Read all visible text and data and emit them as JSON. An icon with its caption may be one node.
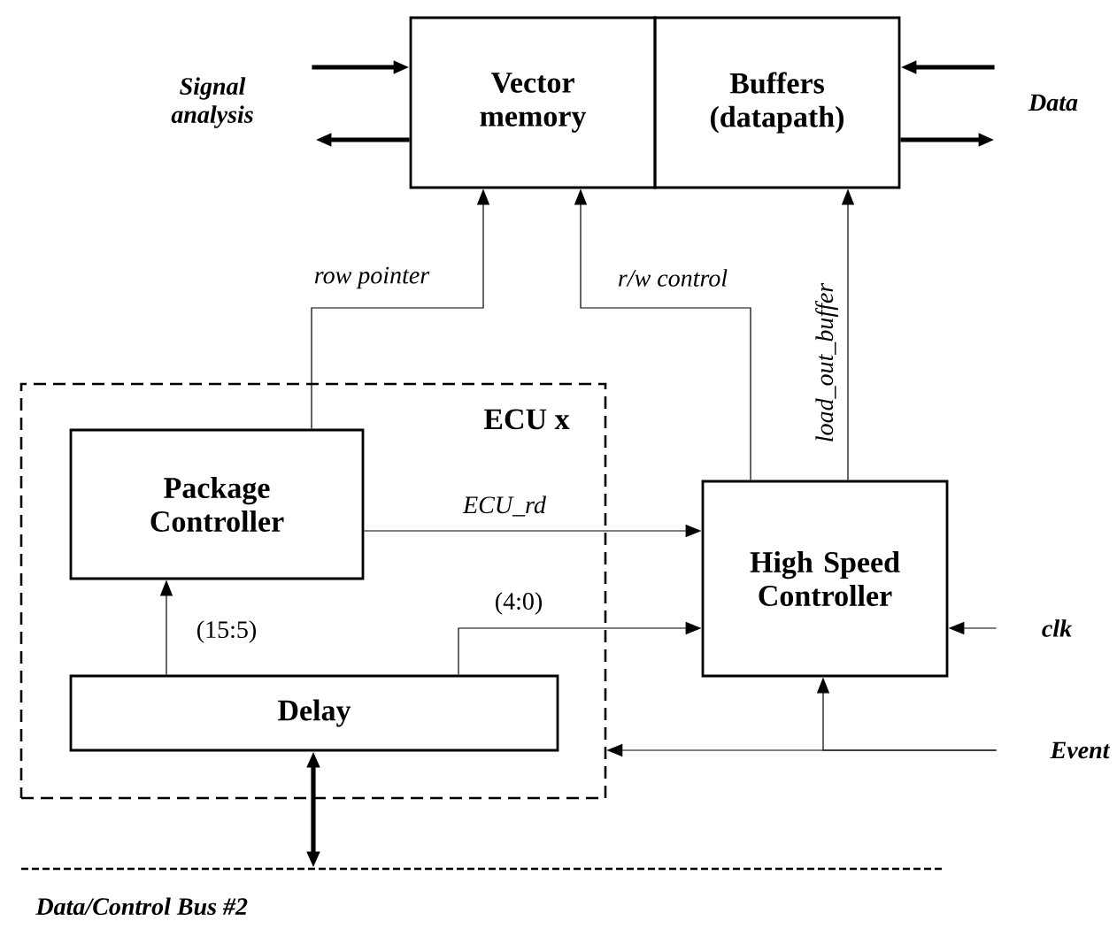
{
  "diagram": {
    "nodes": [
      {
        "text": [
          "Vector memory"
        ]
      },
      {
        "text": [
          "Buffers (datapath)"
        ]
      },
      {
        "text": [
          "ECU x"
        ]
      },
      {
        "text": [
          "Package Controller"
        ],
        "in": 2
      },
      {
        "text": [
          "Delay"
        ],
        "in": 2
      },
      {
        "text": [
          "High Speed Controller"
        ]
      },
      {
        "text": [
          "Signal analysis"
        ]
      },
      {
        "text": [
          "Data"
        ]
      },
      {
        "text": [
          "clk"
        ]
      },
      {
        "text": [
          "Event"
        ]
      },
      {
        "text": [
          "Data/Control Bus #2"
        ]
      }
    ],
    "edges": [
      {
        "from": 6,
        "to": 0,
        "arrow": "to",
        "style": "thick"
      },
      {
        "from": 0,
        "to": 6,
        "arrow": "to",
        "style": "thick"
      },
      {
        "from": 7,
        "to": 1,
        "arrow": "to",
        "style": "thick"
      },
      {
        "from": 1,
        "to": 7,
        "arrow": "to",
        "style": "thick"
      },
      {
        "from": 3,
        "to": 0,
        "arrow": "to",
        "label": "row pointer"
      },
      {
        "from": 5,
        "to": 0,
        "arrow": "to",
        "label": "r/w control"
      },
      {
        "from": 5,
        "to": 1,
        "arrow": "to",
        "label": "load_out_buffer"
      },
      {
        "from": 3,
        "to": 5,
        "arrow": "to",
        "label": "ECU_rd"
      },
      {
        "from": 4,
        "to": 3,
        "arrow": "to",
        "label": "(15:5)"
      },
      {
        "from": 4,
        "to": 5,
        "arrow": "to",
        "label": "(4:0)"
      },
      {
        "from": 8,
        "to": 5,
        "arrow": "to"
      },
      {
        "from": 9,
        "to": 2,
        "arrow": "to"
      },
      {
        "from": 9,
        "to": 5,
        "arrow": "to"
      },
      {
        "from": 4,
        "to": 10,
        "arrow": "both",
        "style": "thick"
      }
    ]
  }
}
